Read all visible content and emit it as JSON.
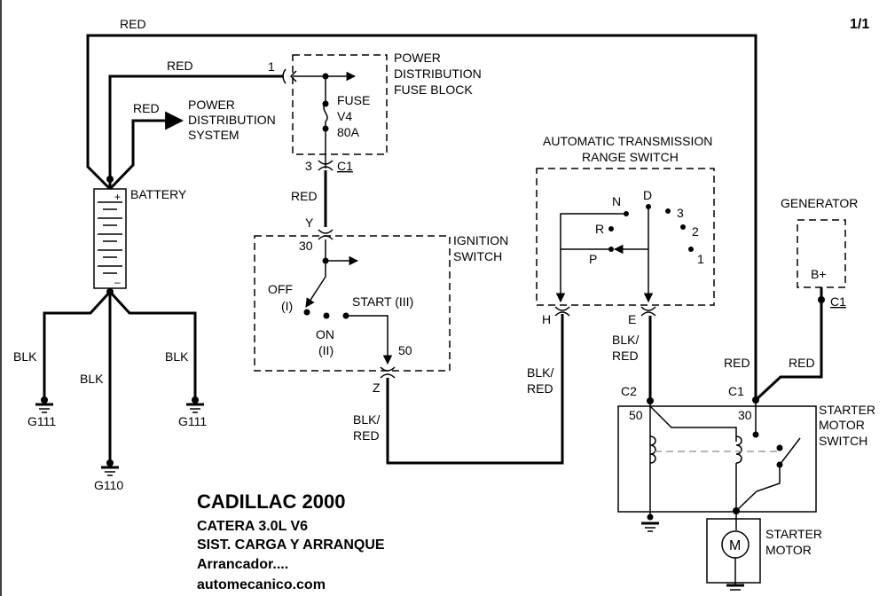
{
  "page_marker": "1/1",
  "title": {
    "line1": "CADILLAC 2000",
    "line2": "CATERA  3.0L  V6",
    "line3": "SIST. CARGA Y ARRANQUE",
    "line4": "Arrancador....",
    "line5": "automecanico.com"
  },
  "wires": {
    "red": "RED",
    "blk": "BLK",
    "blk_red_1": "BLK/",
    "blk_red_2": "RED"
  },
  "components": {
    "pdfb": {
      "l1": "POWER",
      "l2": "DISTRIBUTION",
      "l3": "FUSE BLOCK",
      "pin": "1",
      "pin3": "3",
      "conn": "C1"
    },
    "fuse": {
      "l1": "FUSE",
      "l2": "V4",
      "l3": "80A"
    },
    "pds": {
      "l1": "POWER",
      "l2": "DISTRIBUTION",
      "l3": "SYSTEM"
    },
    "battery": {
      "label": "BATTERY",
      "plus": "+",
      "minus": "–"
    },
    "grounds": {
      "g111": "G111",
      "g110": "G110"
    },
    "ignition": {
      "l1": "IGNITION",
      "l2": "SWITCH",
      "conn_y": "Y",
      "pin30": "30",
      "off1": "OFF",
      "off2": "(I)",
      "on1": "ON",
      "on2": "(II)",
      "start": "START (III)",
      "pin50": "50",
      "conn_z": "Z"
    },
    "range_switch": {
      "l1": "AUTOMATIC TRANSMISSION",
      "l2": "RANGE SWITCH",
      "n": "N",
      "d": "D",
      "r": "R",
      "p": "P",
      "three": "3",
      "two": "2",
      "one": "1",
      "h": "H",
      "e": "E"
    },
    "generator": {
      "label": "GENERATOR",
      "bplus": "B+",
      "conn": "C1"
    },
    "starter": {
      "c2": "C2",
      "c1": "C1",
      "pin50": "50",
      "pin30": "30",
      "sw1": "STARTER",
      "sw2": "MOTOR",
      "sw3": "SWITCH",
      "m1": "STARTER",
      "m2": "MOTOR",
      "motor_symbol": "M"
    }
  },
  "icons": {
    "ground": "ground-icon",
    "motor": "motor-icon",
    "arrow": "arrow-icon",
    "fuse": "fuse-icon"
  }
}
